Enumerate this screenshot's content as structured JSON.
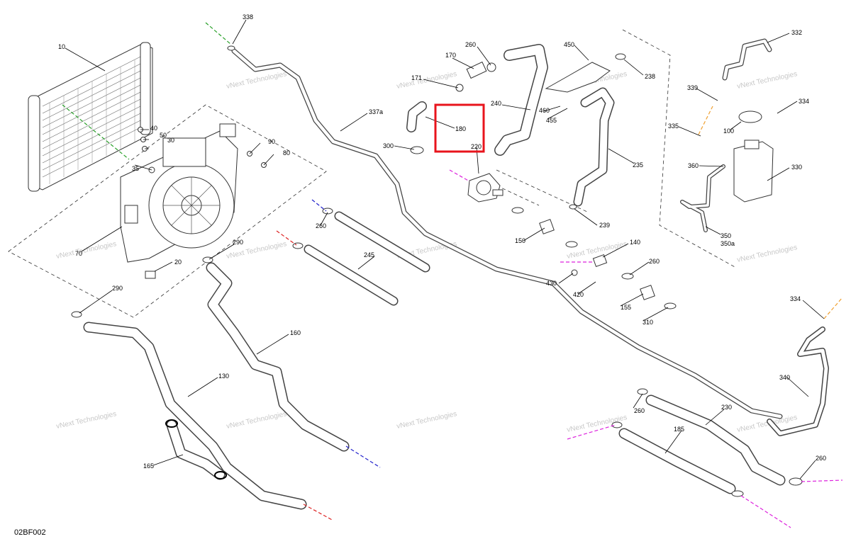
{
  "diagram": {
    "reference_code": "02BF002",
    "watermark_text": "vNext Technologies",
    "highlight_color": "#e8141c",
    "connector_colors": {
      "green": "#2aa12a",
      "blue": "#2222cc",
      "red": "#dd2222",
      "magenta": "#dd22dd",
      "orange": "#f0a030"
    },
    "part_labels": {
      "p10": "10",
      "p35": "35",
      "p40": "40",
      "p50": "50",
      "p30": "30",
      "p90": "90",
      "p80": "80",
      "p70": "70",
      "p20": "20",
      "p290a": "290",
      "p290b": "290",
      "p130": "130",
      "p165": "165",
      "p338": "338",
      "p337a": "337a",
      "p260a": "260",
      "p245": "245",
      "p160": "160",
      "p170": "170",
      "p260b": "260",
      "p171": "171",
      "p180": "180",
      "p300": "300",
      "p240": "240",
      "p220": "220",
      "p450": "450",
      "p460": "460",
      "p455": "455",
      "p238": "238",
      "p235": "235",
      "p239": "239",
      "p150": "150",
      "p140": "140",
      "p260c": "260",
      "p430": "430",
      "p420": "420",
      "p155": "155",
      "p310": "310",
      "p332": "332",
      "p339": "339",
      "p334a": "334",
      "p335": "335",
      "p100": "100",
      "p360": "360",
      "p330": "330",
      "p350": "350",
      "p350a": "350a",
      "p334b": "334",
      "p340": "340",
      "p260d": "260",
      "p230": "230",
      "p185": "185",
      "p260e": "260"
    }
  }
}
